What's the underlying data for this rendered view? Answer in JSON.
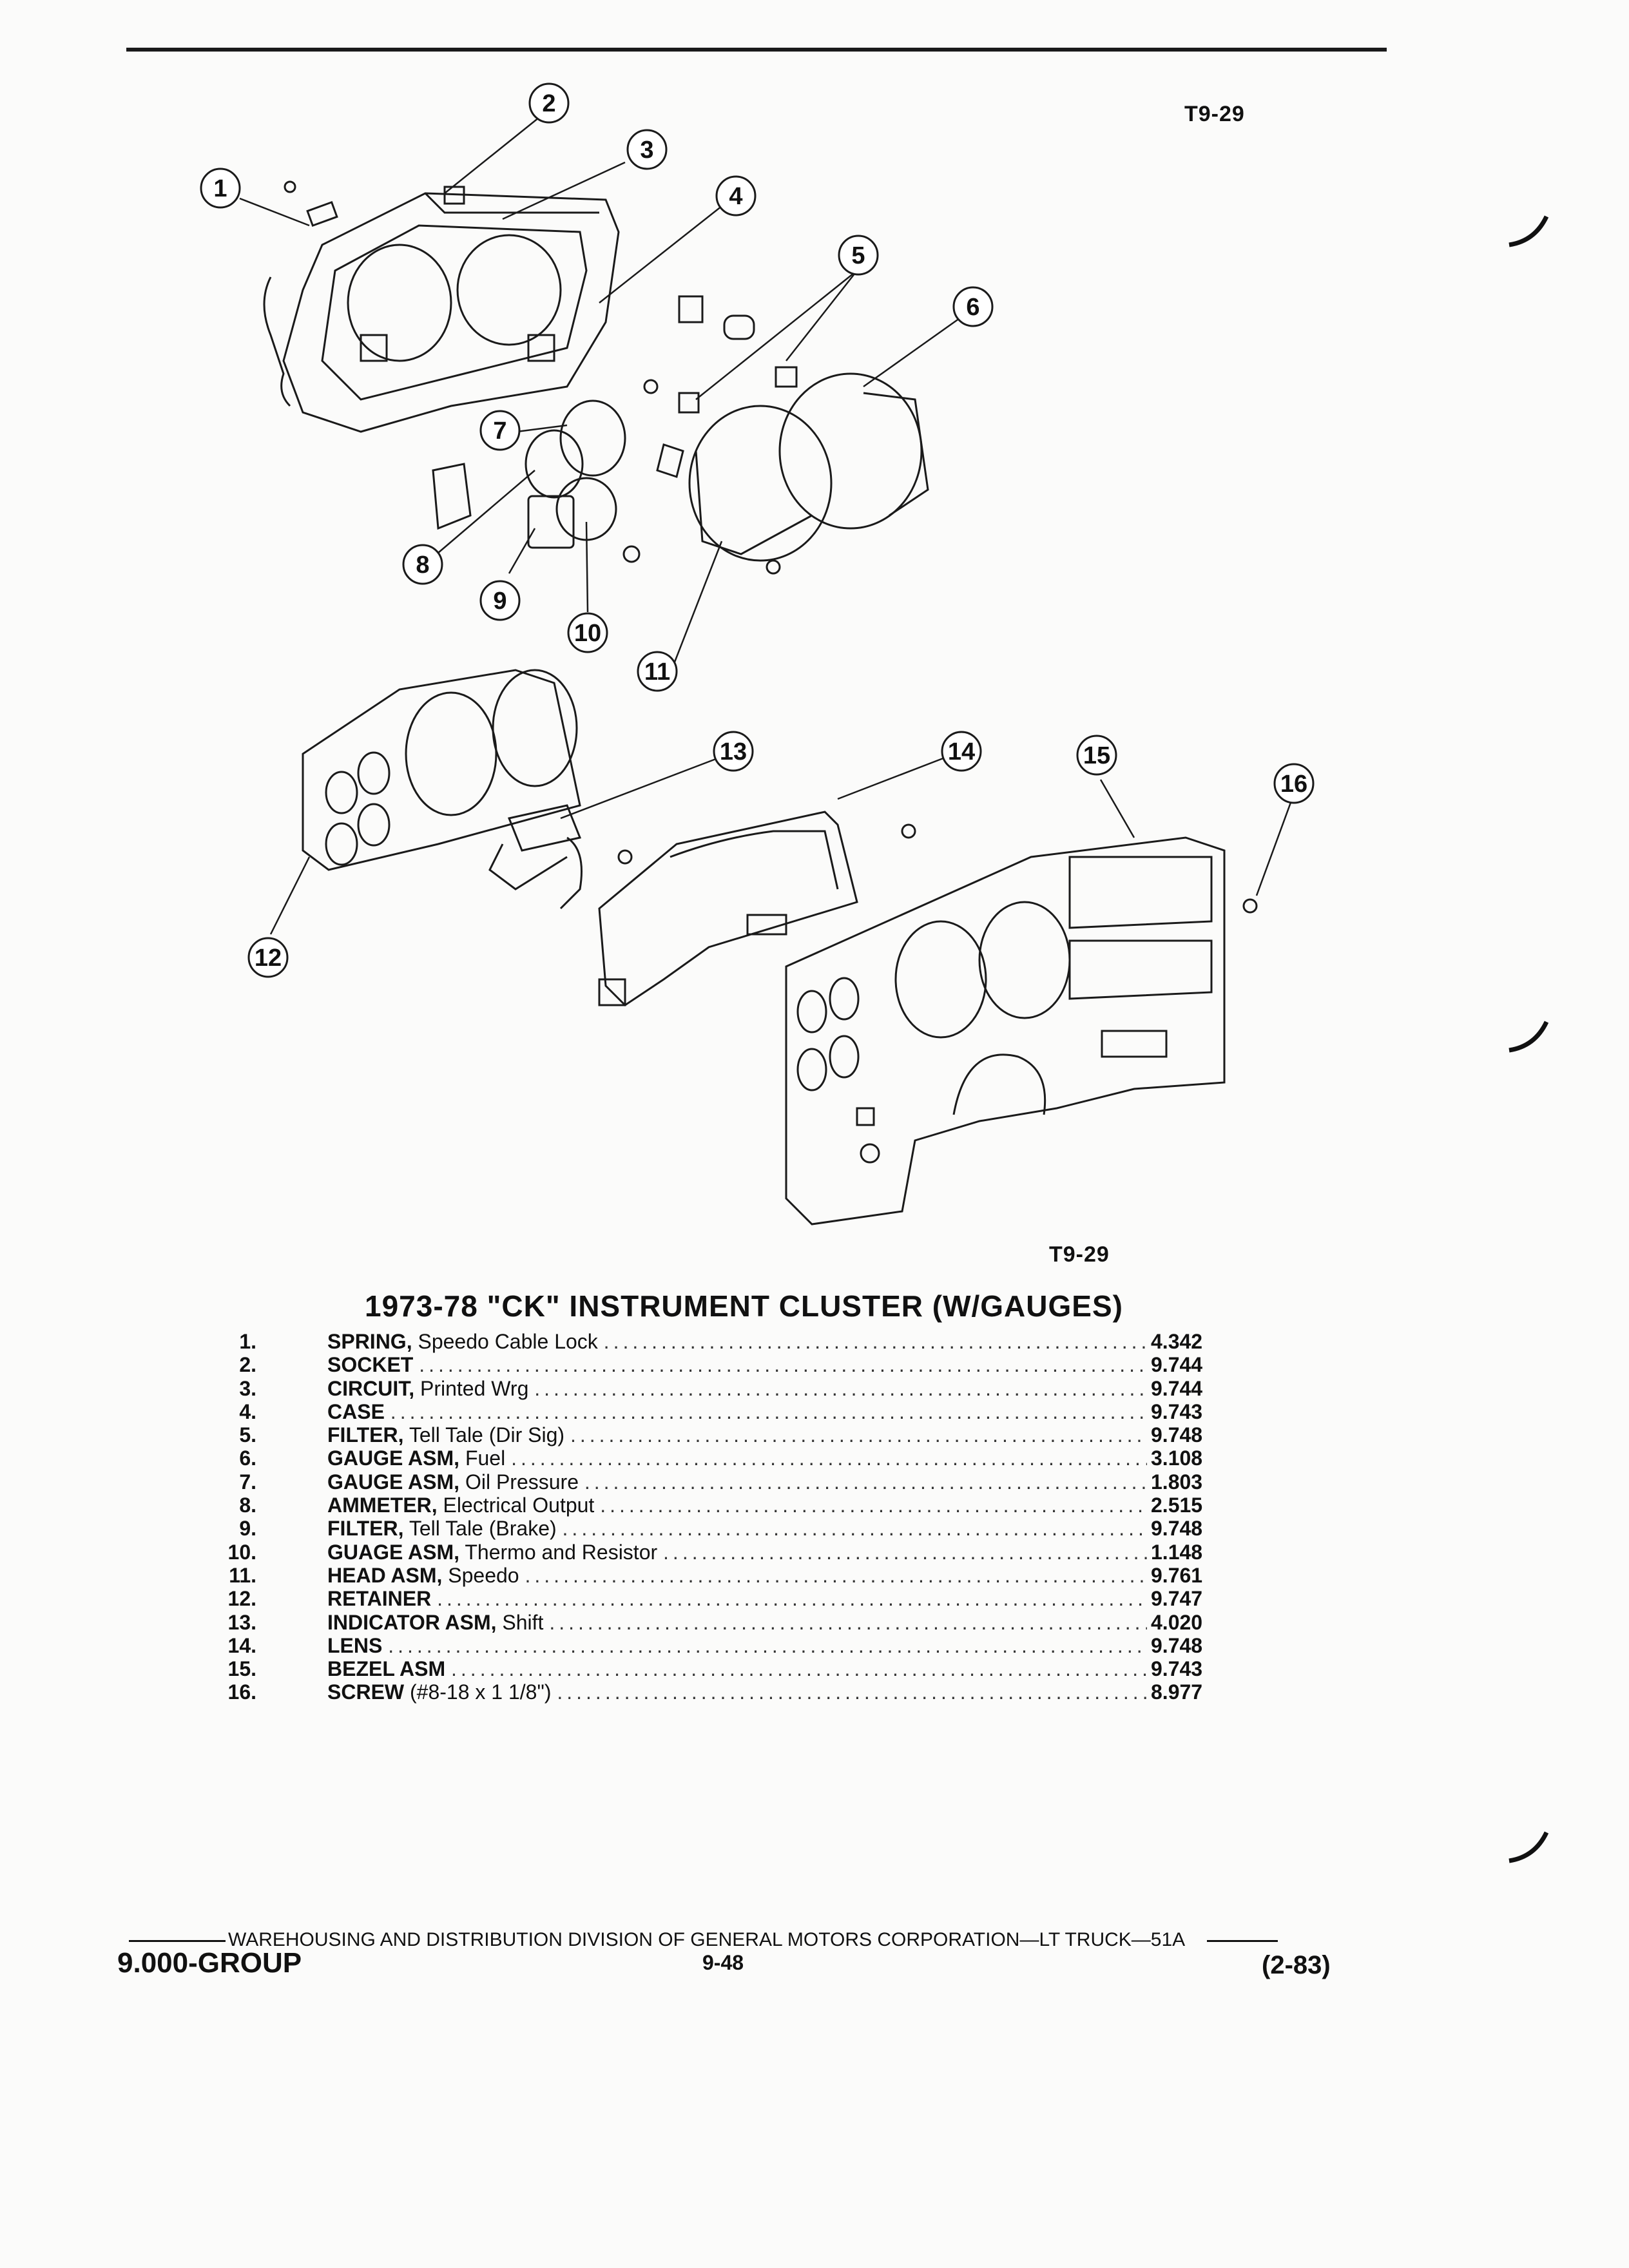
{
  "header": {
    "figure_code_top": "T9-29"
  },
  "diagram": {
    "figure_code_bottom": "T9-29",
    "callouts": [
      "1",
      "2",
      "3",
      "4",
      "5",
      "6",
      "7",
      "8",
      "9",
      "10",
      "11",
      "12",
      "13",
      "14",
      "15",
      "16"
    ]
  },
  "title": "1973-78 \"CK\" INSTRUMENT CLUSTER (W/GAUGES)",
  "parts": [
    {
      "num": "1.",
      "name": "SPRING,",
      "desc": "Speedo Cable Lock",
      "group": "4.342"
    },
    {
      "num": "2.",
      "name": "SOCKET",
      "desc": "",
      "group": "9.744"
    },
    {
      "num": "3.",
      "name": "CIRCUIT,",
      "desc": "Printed Wrg",
      "group": "9.744"
    },
    {
      "num": "4.",
      "name": "CASE",
      "desc": "",
      "group": "9.743"
    },
    {
      "num": "5.",
      "name": "FILTER,",
      "desc": "Tell Tale (Dir Sig)",
      "group": "9.748"
    },
    {
      "num": "6.",
      "name": "GAUGE ASM,",
      "desc": "Fuel",
      "group": "3.108"
    },
    {
      "num": "7.",
      "name": "GAUGE ASM,",
      "desc": "Oil Pressure",
      "group": "1.803"
    },
    {
      "num": "8.",
      "name": "AMMETER,",
      "desc": "Electrical Output",
      "group": "2.515"
    },
    {
      "num": "9.",
      "name": "FILTER,",
      "desc": "Tell Tale (Brake)",
      "group": "9.748"
    },
    {
      "num": "10.",
      "name": "GUAGE ASM,",
      "desc": "Thermo and Resistor",
      "group": "1.148"
    },
    {
      "num": "11.",
      "name": "HEAD ASM,",
      "desc": "Speedo",
      "group": "9.761"
    },
    {
      "num": "12.",
      "name": "RETAINER",
      "desc": "",
      "group": "9.747"
    },
    {
      "num": "13.",
      "name": "INDICATOR ASM,",
      "desc": "Shift",
      "group": "4.020"
    },
    {
      "num": "14.",
      "name": "LENS",
      "desc": "",
      "group": "9.748"
    },
    {
      "num": "15.",
      "name": "BEZEL ASM",
      "desc": "",
      "group": "9.743"
    },
    {
      "num": "16.",
      "name": "SCREW",
      "desc": "(#8-18 x 1 1/8\")",
      "group": "8.977"
    }
  ],
  "footer": {
    "division": "WAREHOUSING AND DISTRIBUTION  DIVISION OF GENERAL MOTORS CORPORATION—LT TRUCK—51A",
    "group": "9.000-GROUP",
    "page": "9-48",
    "revision": "(2-83)"
  }
}
